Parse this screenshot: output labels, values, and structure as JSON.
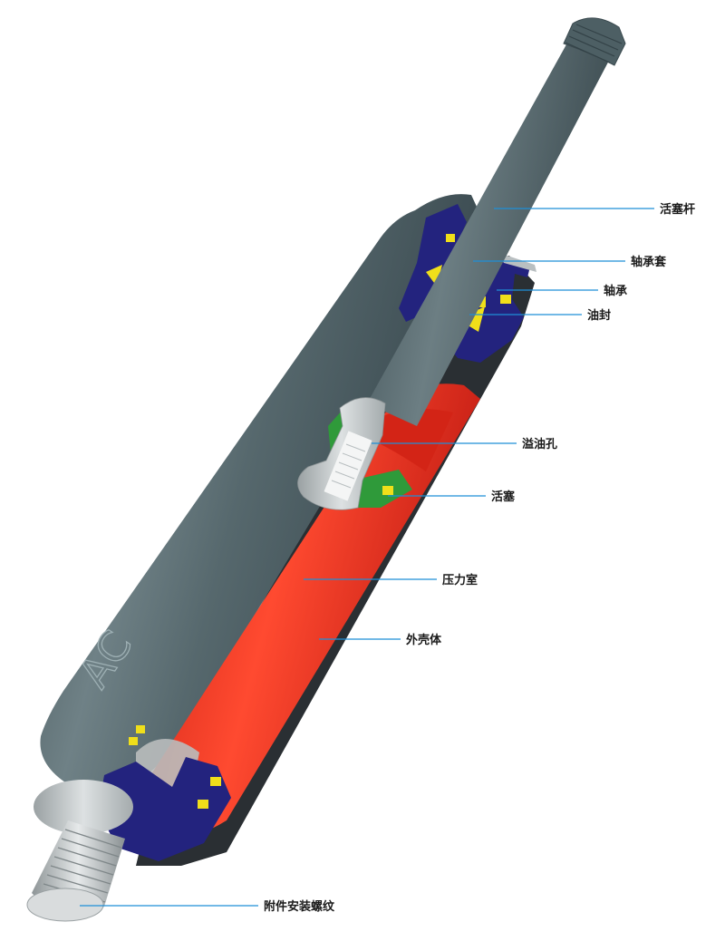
{
  "labels": {
    "piston_rod": "活塞杆",
    "bearing_sleeve": "轴承套",
    "bearing": "轴承",
    "oil_seal": "油封",
    "overflow_hole": "溢油孔",
    "piston": "活塞",
    "pressure_chamber": "压力室",
    "outer_shell": "外壳体",
    "mounting_thread": "附件安装螺纹"
  },
  "brand_mark": "AC",
  "colors": {
    "shell": "#4f6166",
    "rod": "#4b5d62",
    "pressure_chamber": "#e52a1c",
    "end_cap": "#23237e",
    "seal": "#f0df1a",
    "piston_green": "#2f9a3a",
    "thread": "#b9bfc1",
    "leader": "#1e8fd8"
  }
}
